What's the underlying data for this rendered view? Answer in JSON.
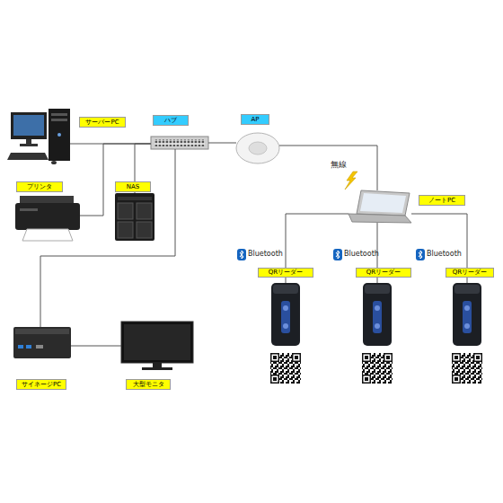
{
  "diagram": {
    "nodes": [
      {
        "text": [
          "サーバーPC"
        ]
      },
      {
        "text": [
          "ハブ"
        ]
      },
      {
        "text": [
          "AP"
        ]
      },
      {
        "text": [
          "プリンタ"
        ]
      },
      {
        "text": [
          "NAS"
        ]
      },
      {
        "text": [
          "ノートPC"
        ]
      },
      {
        "text": [
          "QRリーダー"
        ]
      },
      {
        "text": [
          "QRリーダー"
        ]
      },
      {
        "text": [
          "QRリーダー"
        ]
      },
      {
        "text": [
          "サイネージPC"
        ]
      },
      {
        "text": [
          "大型モニタ"
        ]
      }
    ],
    "edges": [
      {
        "from": 0,
        "to": 1,
        "arrow": "none"
      },
      {
        "from": 3,
        "to": 1,
        "arrow": "none"
      },
      {
        "from": 4,
        "to": 1,
        "arrow": "none"
      },
      {
        "from": 1,
        "to": 2,
        "arrow": "none"
      },
      {
        "from": 2,
        "to": 5,
        "label": "無線",
        "arrow": "none"
      },
      {
        "from": 5,
        "to": 6,
        "label": "Bluetooth",
        "arrow": "none"
      },
      {
        "from": 5,
        "to": 7,
        "label": "Bluetooth",
        "arrow": "none"
      },
      {
        "from": 5,
        "to": 8,
        "label": "Bluetooth",
        "arrow": "none"
      },
      {
        "from": 1,
        "to": 9,
        "arrow": "none"
      },
      {
        "from": 9,
        "to": 10,
        "arrow": "none"
      }
    ]
  }
}
